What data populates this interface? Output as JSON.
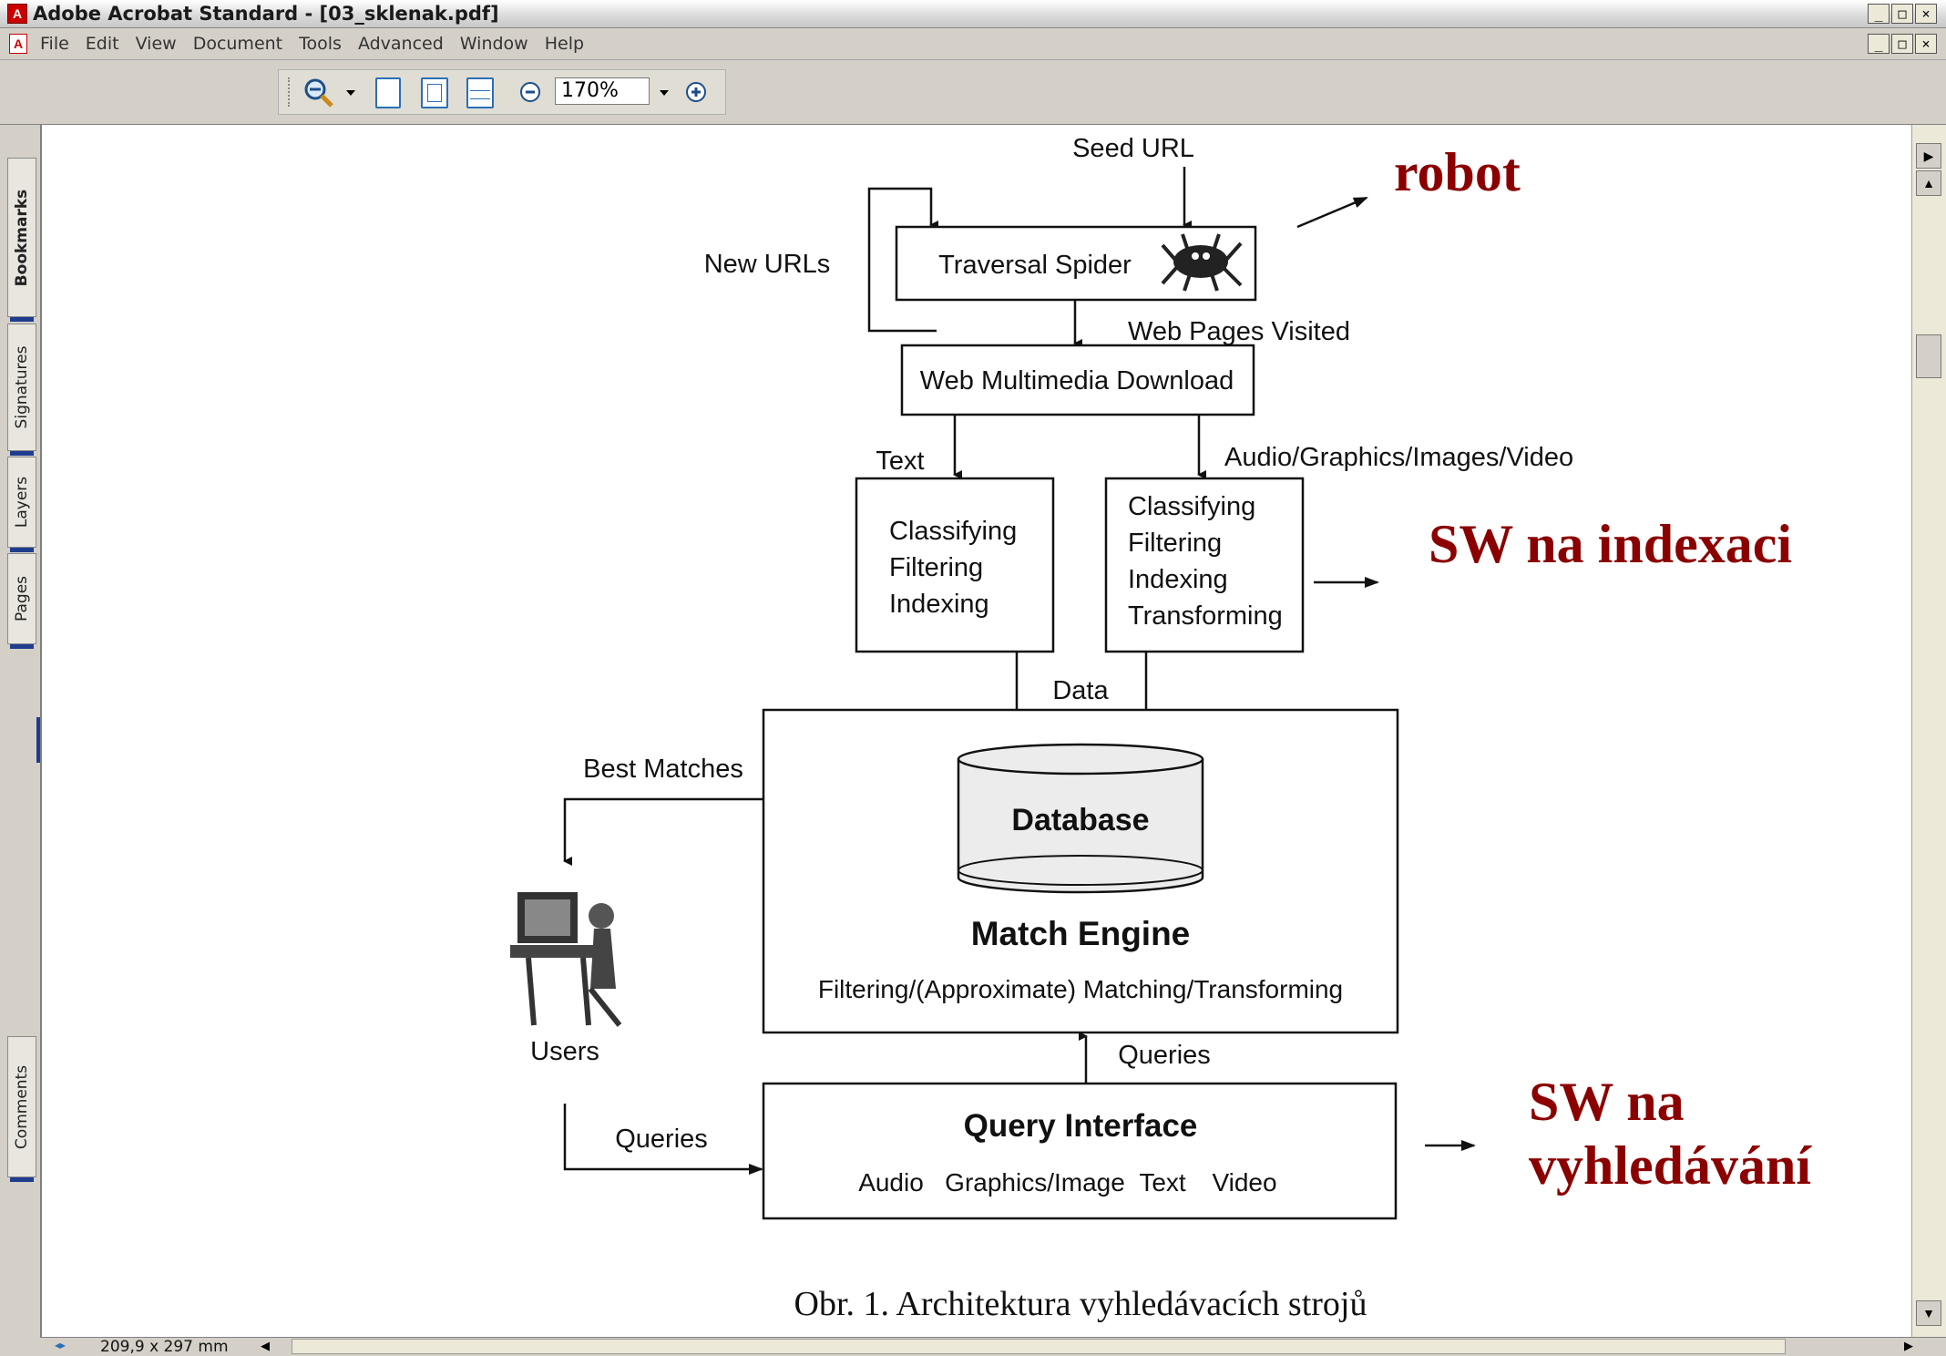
{
  "window": {
    "title": "Adobe Acrobat Standard - [03_sklenak.pdf]",
    "min_label": "_",
    "max_label": "□",
    "close_label": "×"
  },
  "menu": [
    "File",
    "Edit",
    "View",
    "Document",
    "Tools",
    "Advanced",
    "Window",
    "Help"
  ],
  "toolbar": {
    "zoom_value": "170%"
  },
  "navtabs": [
    "Bookmarks",
    "Signatures",
    "Layers",
    "Pages",
    "Comments"
  ],
  "status": {
    "page_size": "209,9 x 297 mm"
  },
  "diagram": {
    "seed_url": "Seed URL",
    "new_urls": "New URLs",
    "traversal_spider": "Traversal Spider",
    "web_pages_visited": "Web Pages Visited",
    "web_multimedia_download": "Web Multimedia Download",
    "text": "Text",
    "agiv": "Audio/Graphics/Images/Video",
    "left_box": [
      "Classifying",
      "Filtering",
      "Indexing"
    ],
    "right_box": [
      "Classifying",
      "Filtering",
      "Indexing",
      "Transforming"
    ],
    "data": "Data",
    "best_matches": "Best Matches",
    "database": "Database",
    "match_engine": "Match Engine",
    "match_engine_sub": "Filtering/(Approximate) Matching/Transforming",
    "users": "Users",
    "queries_up": "Queries",
    "queries_left": "Queries",
    "query_interface": "Query Interface",
    "query_interface_sub": [
      "Audio",
      "Graphics/Image",
      "Text",
      "Video"
    ],
    "caption": "Obr. 1. Architektura vyhledávacích strojů"
  },
  "annotations": {
    "robot": "robot",
    "sw_index": "SW na indexaci",
    "sw_search_1": "SW na",
    "sw_search_2": "vyhledávání"
  },
  "colors": {
    "annotation": "#8b0000",
    "toolbar_bg": "#d4d0c8",
    "tab_bar": "#1f3c8f"
  }
}
